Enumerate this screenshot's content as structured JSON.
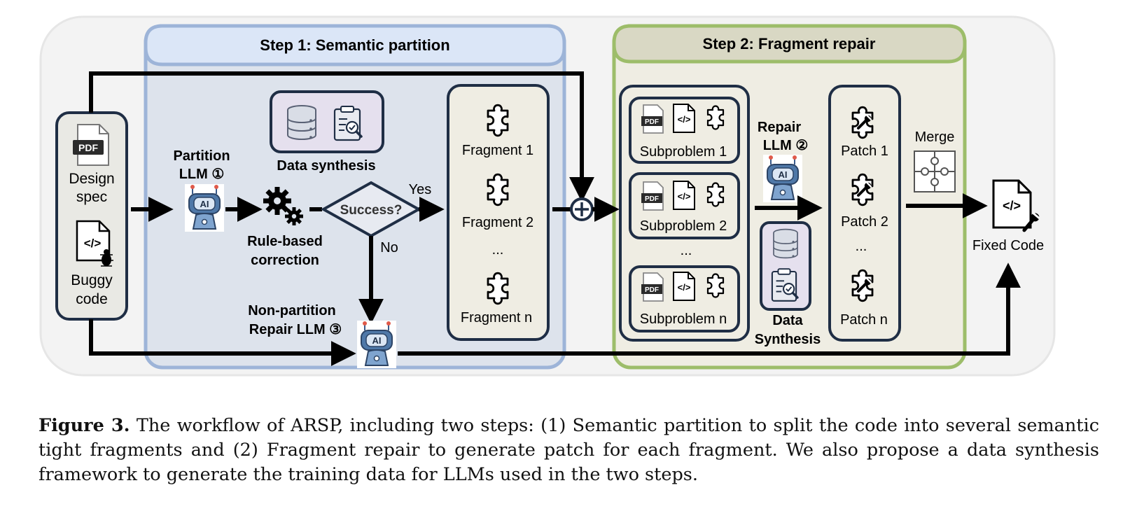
{
  "step1": {
    "title": "Step 1: Semantic partition"
  },
  "step2": {
    "title": "Step 2: Fragment repair"
  },
  "inputs": {
    "pdf_badge": "PDF",
    "design_spec": [
      "Design",
      "spec"
    ],
    "buggy_code": [
      "Buggy",
      "code"
    ]
  },
  "partition_llm": {
    "lines": [
      "Partition",
      "LLM ①"
    ],
    "badge": "AI"
  },
  "data_synthesis_top": "Data synthesis",
  "rule_based": [
    "Rule-based",
    "correction"
  ],
  "decision": {
    "label": "Success?",
    "yes": "Yes",
    "no": "No"
  },
  "fragments": {
    "items": [
      "Fragment 1",
      "Fragment 2",
      "Fragment n"
    ],
    "ellipsis": "..."
  },
  "non_partition": {
    "lines": [
      "Non-partition",
      "Repair LLM ③"
    ],
    "badge": "AI"
  },
  "subproblems": {
    "items": [
      "Subproblem 1",
      "Subproblem 2",
      "Subproblem n"
    ],
    "ellipsis": "...",
    "pdf_badge": "PDF"
  },
  "repair_llm": {
    "lines": [
      "Repair",
      "LLM ②"
    ],
    "badge": "AI"
  },
  "data_synthesis_bottom": [
    "Data",
    "Synthesis"
  ],
  "patches": {
    "items": [
      "Patch 1",
      "Patch 2",
      "Patch n"
    ],
    "ellipsis": "..."
  },
  "merge": "Merge",
  "fixed_code": "Fixed Code",
  "caption": {
    "label": "Figure 3.",
    "text": " The workflow of ARSP, including two steps: (1) Semantic partition to split the code into several semantic tight fragments and (2) Fragment repair to generate patch for each fragment. We also propose a data synthesis framework to generate the training data for LLMs used in the two steps."
  },
  "colors": {
    "outer_bg": "#f3f3f3",
    "step1_fill": "#dde3ec",
    "step1_header": "#dbe6f7",
    "step1_border": "#9db4d8",
    "step2_fill": "#efede3",
    "step2_header": "#d9d8c4",
    "step2_border": "#9dbd6a",
    "navy": "#1f2e45",
    "line": "#000000"
  }
}
